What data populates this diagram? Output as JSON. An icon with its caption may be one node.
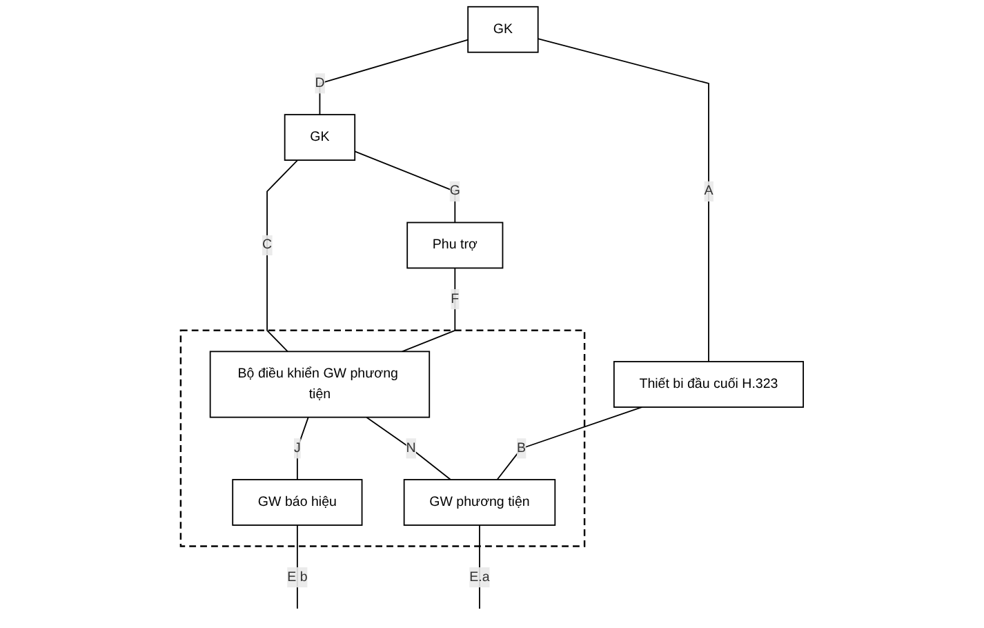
{
  "diagram": {
    "nodes": [
      {
        "text": [
          "GK"
        ]
      },
      {
        "text": [
          "GK"
        ]
      },
      {
        "text": [
          "Phu trợ"
        ]
      },
      {
        "text": [
          "Thiết bi đầu cuối H.323"
        ]
      },
      {
        "text": [],
        "shape": "box"
      },
      {
        "text": [
          "Bộ điều khiển GW phương tiện"
        ],
        "in": 4
      },
      {
        "text": [
          "GW báo hiệu"
        ],
        "in": 4
      },
      {
        "text": [
          "GW phương tiện"
        ],
        "in": 4
      }
    ],
    "edges": [
      {
        "from": 0,
        "to": 1,
        "arrow": "none",
        "label": "D"
      },
      {
        "from": 1,
        "to": 2,
        "arrow": "none",
        "label": "G"
      },
      {
        "from": 0,
        "to": 3,
        "arrow": "none",
        "label": "A"
      },
      {
        "from": 1,
        "to": 5,
        "arrow": "none",
        "label": "C"
      },
      {
        "from": 2,
        "to": 5,
        "arrow": "none",
        "label": "F"
      },
      {
        "from": 5,
        "to": 6,
        "arrow": "none",
        "label": "J"
      },
      {
        "from": 6,
        "to": null,
        "arrow": "none",
        "label": "E b"
      },
      {
        "from": 5,
        "to": 7,
        "arrow": "none",
        "label": "N"
      },
      {
        "from": 3,
        "to": 7,
        "arrow": "none",
        "label": "B"
      },
      {
        "from": 7,
        "to": null,
        "arrow": "none",
        "label": "E.a"
      }
    ]
  }
}
